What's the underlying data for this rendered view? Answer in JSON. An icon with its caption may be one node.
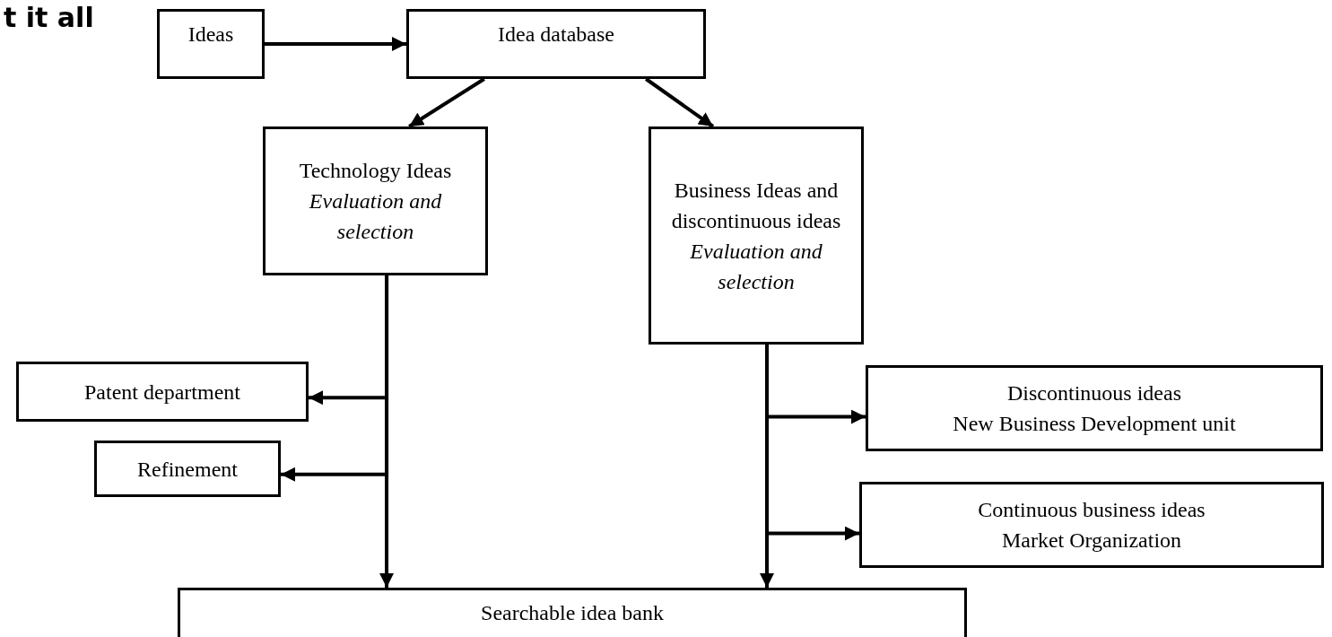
{
  "diagram": {
    "nodes": [
      {
        "text": [
          "Ideas"
        ]
      },
      {
        "text": [
          "Idea database"
        ]
      },
      {
        "text": [
          "Technology Ideas",
          "Evaluation and selection"
        ]
      },
      {
        "text": [
          "Business Ideas and discontinuous ideas",
          "Evaluation and selection"
        ]
      },
      {
        "text": [
          "Patent department"
        ]
      },
      {
        "text": [
          "Refinement"
        ]
      },
      {
        "text": [
          "Discontinuous ideas",
          "New Business Development unit"
        ]
      },
      {
        "text": [
          "Continuous business ideas",
          "Market Organization"
        ]
      },
      {
        "text": [
          "Searchable idea bank"
        ]
      }
    ],
    "edges": [
      {
        "from": 0,
        "to": 1,
        "arrow": "to"
      },
      {
        "from": 1,
        "to": 2,
        "arrow": "to"
      },
      {
        "from": 1,
        "to": 3,
        "arrow": "to"
      },
      {
        "from": 2,
        "to": 4,
        "arrow": "to"
      },
      {
        "from": 2,
        "to": 5,
        "arrow": "to"
      },
      {
        "from": 2,
        "to": 8,
        "arrow": "to"
      },
      {
        "from": 3,
        "to": 6,
        "arrow": "to"
      },
      {
        "from": 3,
        "to": 7,
        "arrow": "to"
      },
      {
        "from": 3,
        "to": 8,
        "arrow": "to"
      }
    ],
    "labels": [
      "t it all"
    ]
  }
}
